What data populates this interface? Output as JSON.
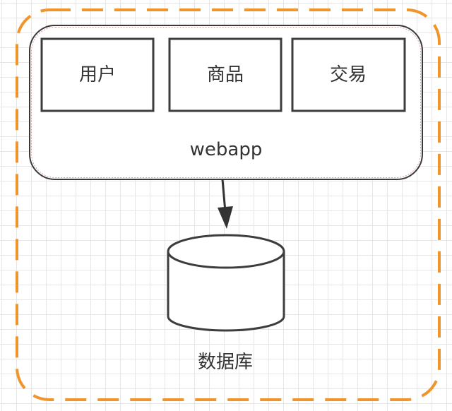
{
  "diagram": {
    "webapp": {
      "label": "webapp",
      "modules": [
        "用户",
        "商品",
        "交易"
      ]
    },
    "database": {
      "label": "数据库"
    }
  },
  "colors": {
    "outer_boundary": "#f0952b",
    "webapp_border": "#b85450",
    "module_border": "#3d3d3d",
    "database_border": "#3d3d3d",
    "arrow": "#333333",
    "text": "#333333"
  }
}
